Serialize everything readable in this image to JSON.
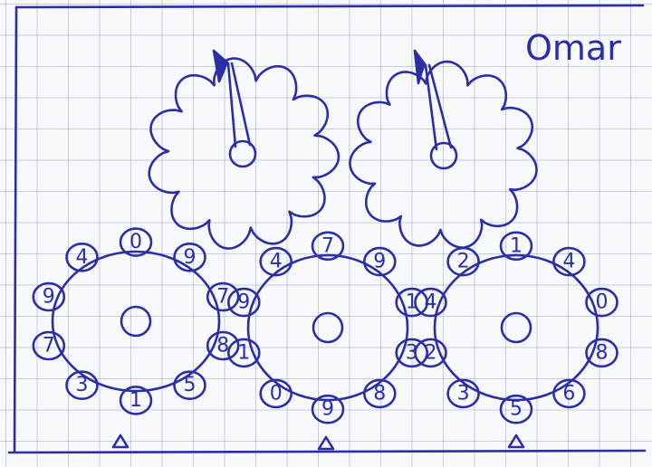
{
  "author_name": "Omar",
  "ink_color": "#2a2fa6",
  "upper_gears": [
    {
      "id": "upper-left"
    },
    {
      "id": "upper-right"
    }
  ],
  "lower_gears": [
    {
      "id": "lower-left",
      "labels": [
        "0",
        "9",
        "7",
        "8",
        "5",
        "1",
        "3",
        "7",
        "9",
        "4"
      ]
    },
    {
      "id": "lower-middle",
      "labels": [
        "7",
        "9",
        "1",
        "3",
        "8",
        "9",
        "0",
        "1",
        "9",
        "4"
      ]
    },
    {
      "id": "lower-right",
      "labels": [
        "1",
        "4",
        "0",
        "8",
        "6",
        "5",
        "3",
        "2",
        "4",
        "2"
      ]
    }
  ]
}
